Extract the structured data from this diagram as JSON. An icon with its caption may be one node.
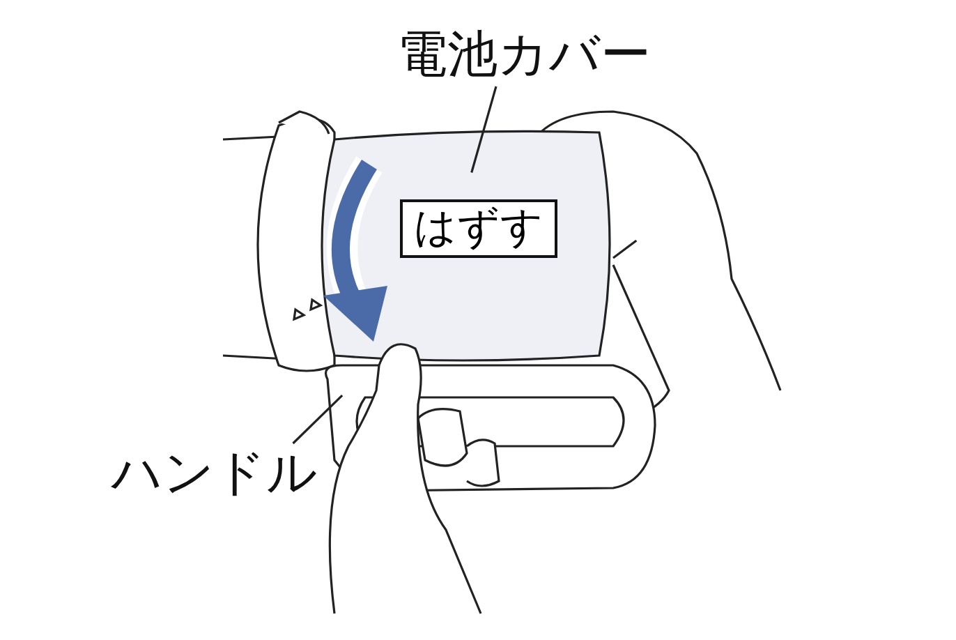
{
  "diagram": {
    "nodes": [
      {
        "text": [
          "電池カバー"
        ]
      },
      {
        "text": [],
        "shape": "picture"
      },
      {
        "text": [
          "はずす"
        ],
        "in": 1
      },
      {
        "text": [
          "ハンドル"
        ]
      },
      {
        "text": [],
        "shape": "picture"
      }
    ],
    "edges": [
      {
        "from": 0,
        "to": 1,
        "arrow": "none"
      },
      {
        "from": 3,
        "to": 4,
        "arrow": "none"
      }
    ]
  }
}
